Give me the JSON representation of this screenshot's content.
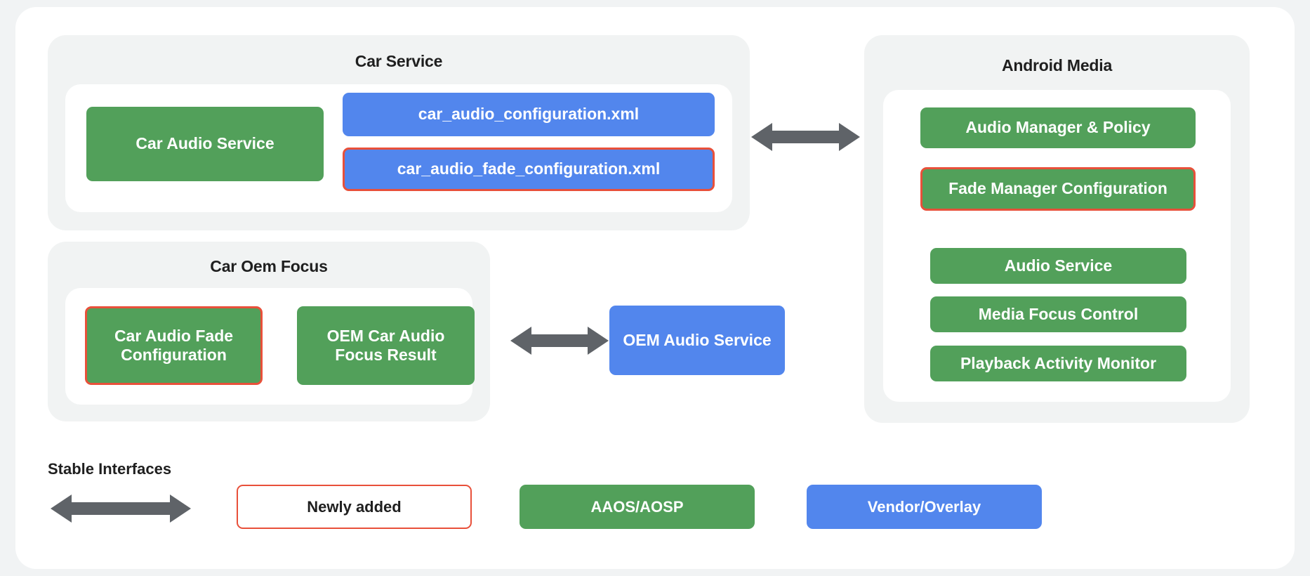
{
  "diagram": {
    "panels": [
      {
        "id": "car-service",
        "title": "Car Service",
        "boxes": [
          {
            "label": "Car Audio Service",
            "color": "green",
            "highlight": false
          },
          {
            "label": "car_audio_configuration.xml",
            "color": "blue",
            "highlight": false
          },
          {
            "label": "car_audio_fade_configuration.xml",
            "color": "blue",
            "highlight": true
          }
        ]
      },
      {
        "id": "car-oem-focus",
        "title": "Car Oem Focus",
        "boxes": [
          {
            "label": "Car Audio Fade Configuration",
            "color": "green",
            "highlight": true
          },
          {
            "label": "OEM Car Audio Focus Result",
            "color": "green",
            "highlight": false
          }
        ]
      },
      {
        "id": "android-media",
        "title": "Android Media",
        "boxes": [
          {
            "label": "Audio Manager & Policy",
            "color": "green",
            "highlight": false
          },
          {
            "label": "Fade Manager Configuration",
            "color": "green",
            "highlight": true
          },
          {
            "label": "Audio Service",
            "color": "green",
            "highlight": false
          },
          {
            "label": "Media Focus Control",
            "color": "green",
            "highlight": false
          },
          {
            "label": "Playback Activity Monitor",
            "color": "green",
            "highlight": false
          }
        ]
      }
    ],
    "standalone": [
      {
        "id": "oem-audio-service",
        "label": "OEM Audio Service",
        "color": "blue",
        "highlight": false
      }
    ],
    "connectors": [
      {
        "id": "car-service-to-android-media",
        "type": "double-arrow"
      },
      {
        "id": "car-oem-focus-to-oem-audio-service",
        "type": "double-arrow"
      }
    ]
  },
  "legend": {
    "title": "Stable Interfaces",
    "arrow_icon": "double-arrow-icon",
    "items": [
      {
        "label": "Newly added",
        "style": "outline"
      },
      {
        "label": "AAOS/AOSP",
        "style": "green"
      },
      {
        "label": "Vendor/Overlay",
        "style": "blue"
      }
    ]
  },
  "colors": {
    "green": "#52a05a",
    "blue": "#5286ed",
    "highlight_red": "#e8503a",
    "arrow_gray": "#5f6368",
    "panel_bg": "#f1f3f3",
    "page_bg": "#f1f3f4",
    "card_bg": "#ffffff"
  }
}
